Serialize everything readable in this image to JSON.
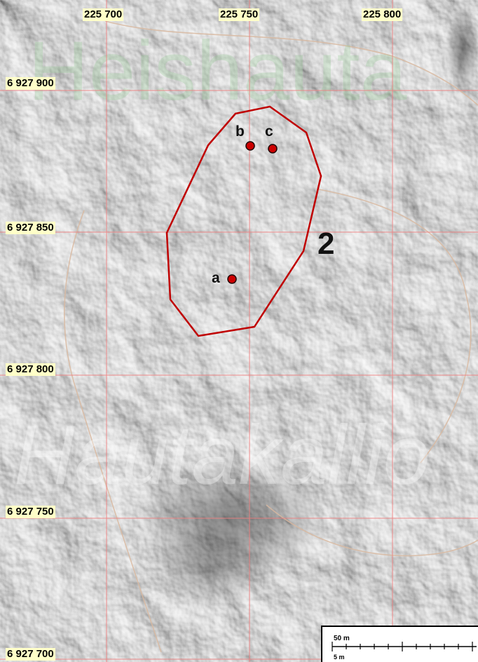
{
  "map": {
    "place_name_top": "Heishauta",
    "place_name_bottom": "Hautakallio",
    "easting_labels": [
      "225 700",
      "225 750",
      "225 800"
    ],
    "northing_labels": [
      "6 927 900",
      "6 927 850",
      "6 927 800",
      "6 927 750",
      "6 927 700"
    ],
    "area_label": "2",
    "points": [
      {
        "label": "a"
      },
      {
        "label": "b"
      },
      {
        "label": "c"
      }
    ],
    "scalebar": {
      "major_label": "50 m",
      "minor_label": "5 m"
    },
    "colors": {
      "grid": "#f08080",
      "polygon": "#c00000",
      "point_fill": "#cc0000",
      "label_background": "#ffffc8",
      "contour": "#d8b8a0"
    }
  }
}
